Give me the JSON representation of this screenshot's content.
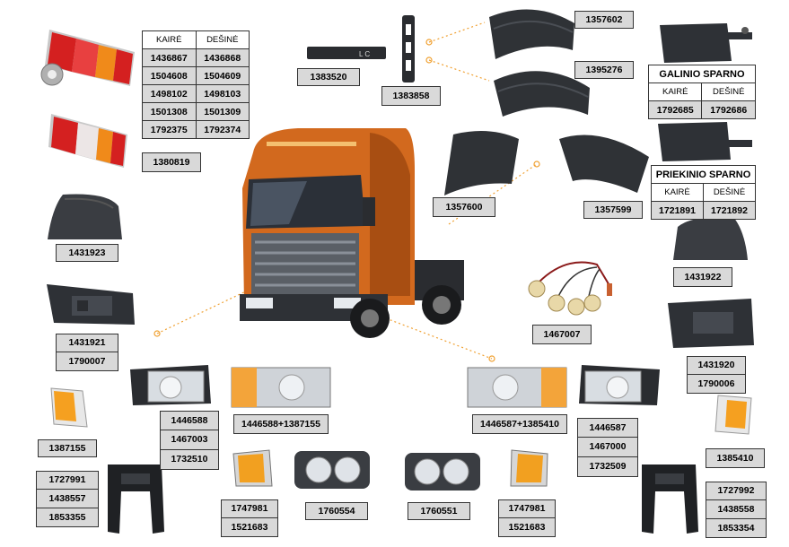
{
  "tail_light_table": {
    "headers": [
      "KAIRĖ",
      "DEŠINĖ"
    ],
    "rows": [
      [
        "1436867",
        "1436868"
      ],
      [
        "1504608",
        "1504609"
      ],
      [
        "1498102",
        "1498103"
      ],
      [
        "1501308",
        "1501309"
      ],
      [
        "1792375",
        "1792374"
      ]
    ]
  },
  "rear_fender_bracket": {
    "caption": "GALINIO SPARNO",
    "headers": [
      "KAIRĖ",
      "DEŠINĖ"
    ],
    "row": [
      "1792685",
      "1792686"
    ]
  },
  "front_fender_bracket": {
    "caption": "PRIEKINIO SPARNO",
    "headers": [
      "KAIRĖ",
      "DEŠINĖ"
    ],
    "row": [
      "1721891",
      "1721892"
    ]
  },
  "labels": {
    "tail_light_2": "1380819",
    "corner_left": "1431923",
    "step_panel_left": [
      "1431921",
      "1790007"
    ],
    "marker_lamp_left": "1387155",
    "step_frame_left": [
      "1727991",
      "1438557",
      "1853355"
    ],
    "headlamp_left": [
      "1446588",
      "1467003",
      "1732510"
    ],
    "headlamp_left_combo": "1446588+1387155",
    "indicator_left": [
      "1747981",
      "1521683"
    ],
    "foglamp_left": "1760554",
    "foglamp_right": "1760551",
    "indicator_right": [
      "1747981",
      "1521683"
    ],
    "headlamp_right_combo": "1446587+1385410",
    "headlamp_right": [
      "1446587",
      "1467000",
      "1732509"
    ],
    "marker_lamp_right": "1385410",
    "step_frame_right": [
      "1727992",
      "1438558",
      "1853354"
    ],
    "step_panel_right": [
      "1431920",
      "1790006"
    ],
    "bulb_harness": "1467007",
    "corner_right": "1431922",
    "mudflap_right": "1357599",
    "mudflap_left": "1357600",
    "fender_top_1": "1357602",
    "fender_top_2": "1395276",
    "handle": "1383858",
    "emblem": "1383520"
  },
  "colors": {
    "label_bg": "#d9d9d9",
    "cab_orange": "#d2691e",
    "dot_orange": "#f0a030",
    "part_dark": "#3a3d42"
  }
}
